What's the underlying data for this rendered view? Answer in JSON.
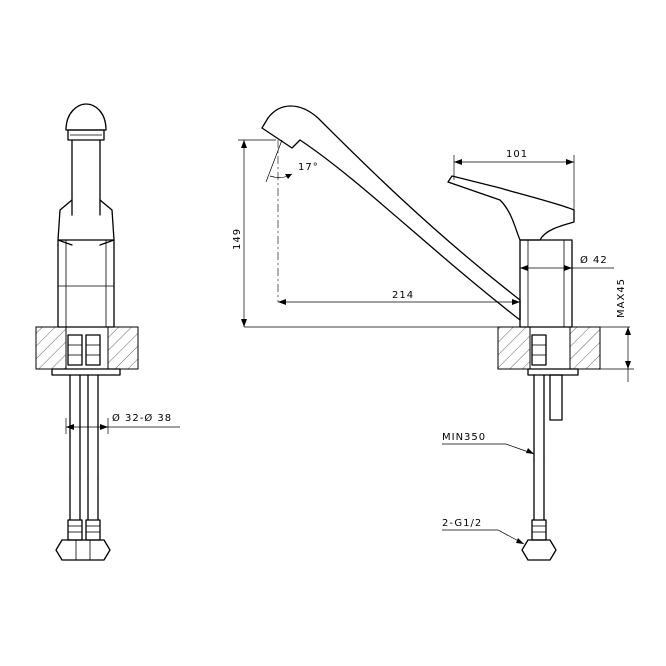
{
  "dimensions": {
    "width_top": "101",
    "height_spout": "149",
    "angle": "17°",
    "reach": "214",
    "body_diameter": "Ø 42",
    "max_deck": "MAX45",
    "hole_diameter": "Ø 32-Ø 38",
    "min_hose": "MIN350",
    "thread": "2-G1/2"
  }
}
